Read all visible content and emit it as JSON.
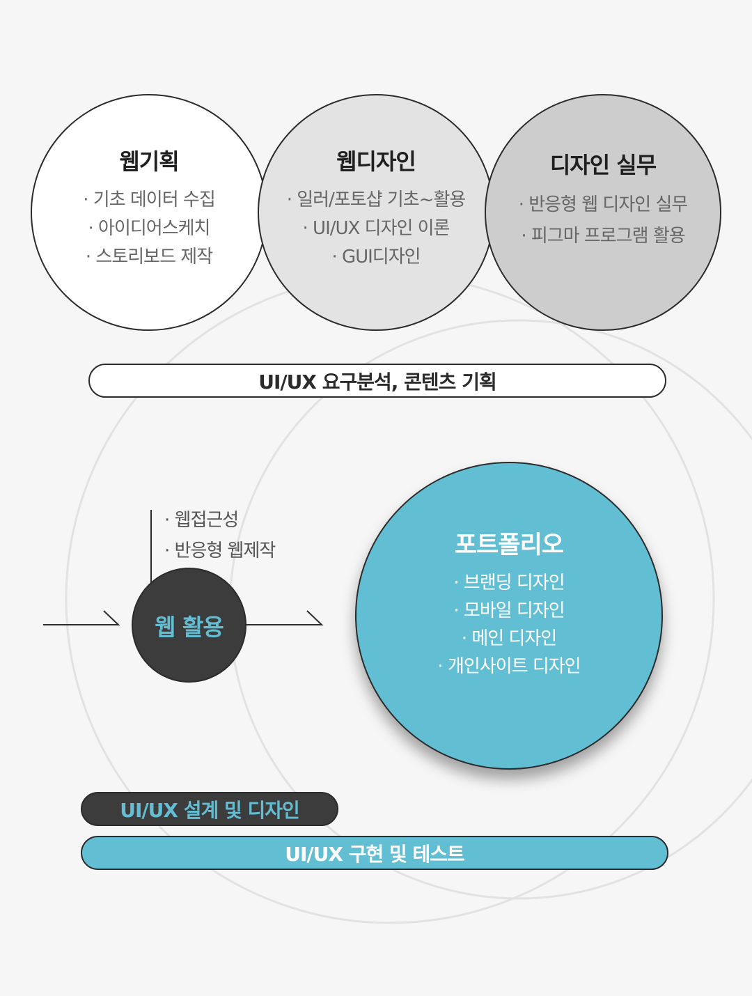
{
  "circles": [
    {
      "title": "웹기획",
      "items": [
        "· 기초 데이터 수집",
        "· 아이디어스케치",
        "· 스토리보드 제작"
      ]
    },
    {
      "title": "웹디자인",
      "items": [
        "· 일러/포토샵 기초~활용",
        "· UI/UX 디자인 이론",
        "· GUI디자인"
      ]
    },
    {
      "title": "디자인 실무",
      "items": [
        "· 반응형 웹 디자인 실무",
        "· 피그마 프로그램 활용"
      ]
    }
  ],
  "top_bar": "UI/UX 요구분석, 콘텐츠 기획",
  "web_use": {
    "label": "웹 활용",
    "notes": [
      "· 웹접근성",
      "· 반응형 웹제작"
    ]
  },
  "portfolio": {
    "title": "포트폴리오",
    "items": [
      "· 브랜딩 디자인",
      "· 모바일 디자인",
      "· 메인 디자인",
      "· 개인사이트 디자인"
    ]
  },
  "design_bar": "UI/UX 설계 및 디자인",
  "impl_bar": "UI/UX 구현 및 테스트",
  "colors": {
    "accent": "#62bed3",
    "dark": "#3c3c3c",
    "background": "#f6f6f6"
  }
}
